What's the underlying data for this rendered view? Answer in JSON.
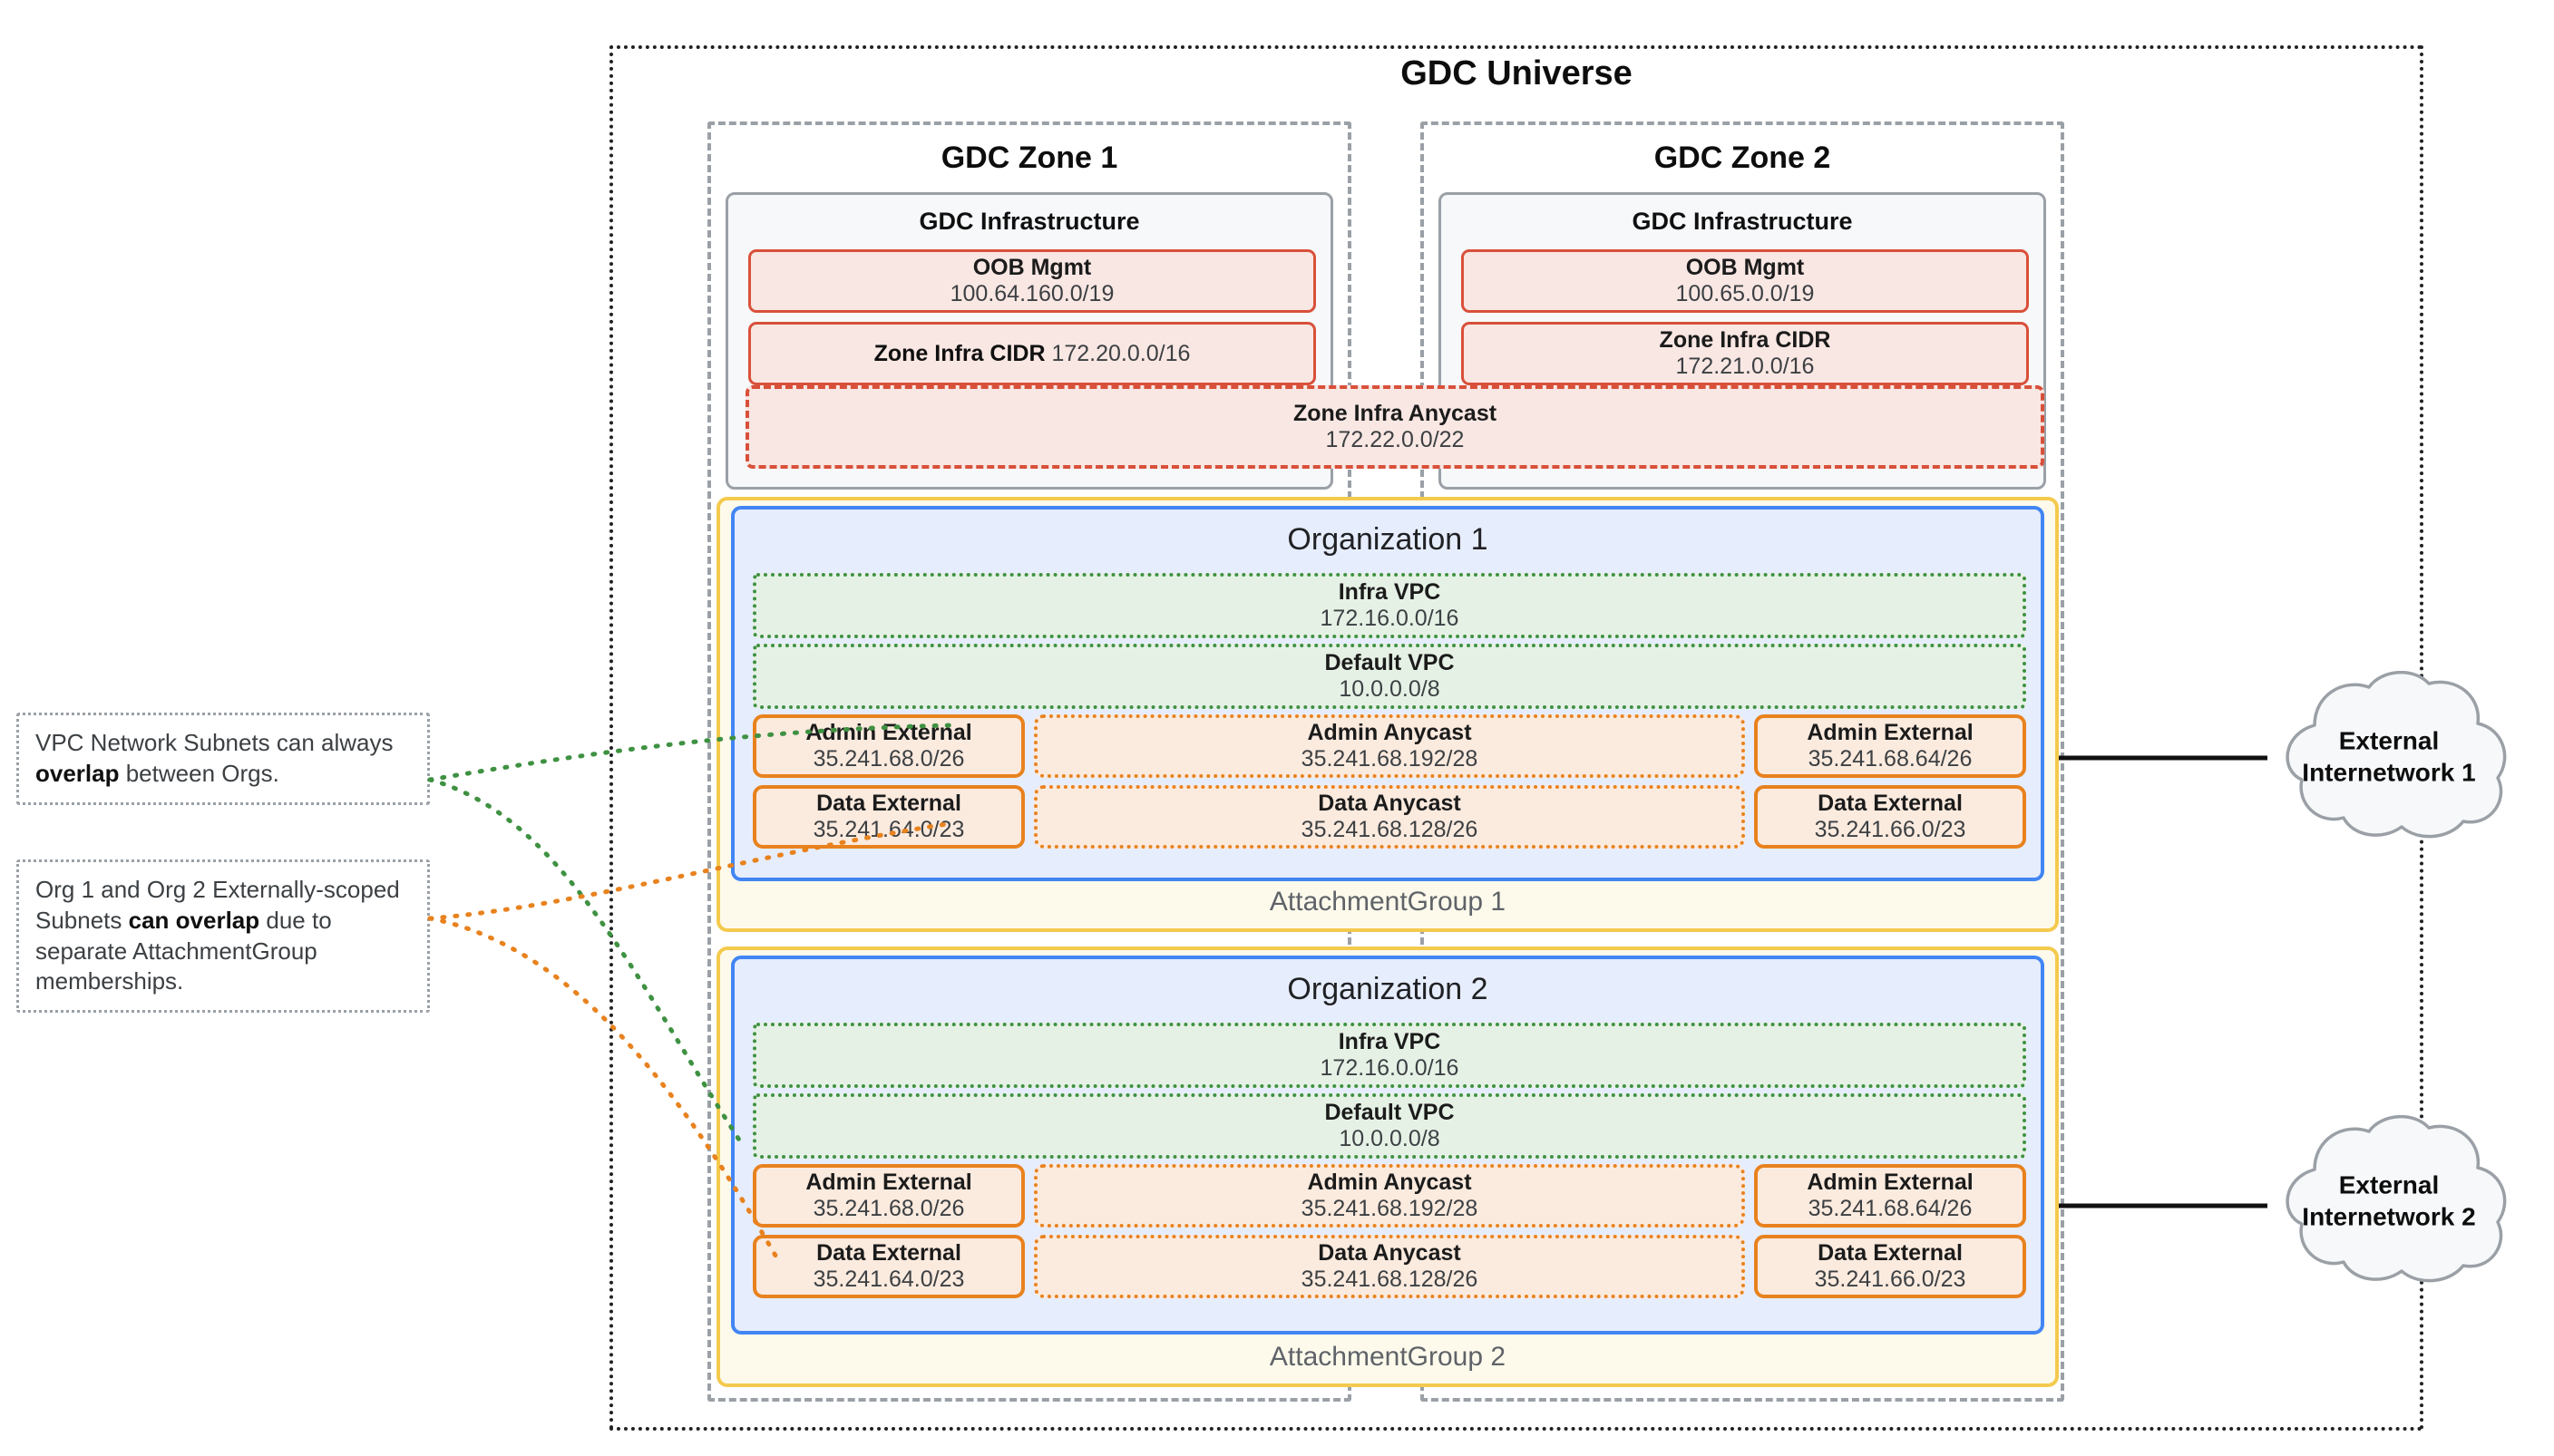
{
  "universe": {
    "title": "GDC Universe"
  },
  "zones": [
    {
      "title": "GDC Zone 1",
      "infra_title": "GDC Infrastructure",
      "oob": {
        "label": "OOB Mgmt",
        "cidr": "100.64.160.0/19"
      },
      "zone_infra_cidr": {
        "label": "Zone Infra CIDR",
        "cidr": "172.20.0.0/16",
        "inline": true
      }
    },
    {
      "title": "GDC Zone 2",
      "infra_title": "GDC Infrastructure",
      "oob": {
        "label": "OOB Mgmt",
        "cidr": "100.65.0.0/19"
      },
      "zone_infra_cidr": {
        "label": "Zone Infra CIDR",
        "cidr": "172.21.0.0/16",
        "inline": false
      }
    }
  ],
  "zone_anycast": {
    "label": "Zone Infra Anycast",
    "cidr": "172.22.0.0/22"
  },
  "orgs": [
    {
      "title": "Organization 1",
      "attachment_group": "AttachmentGroup 1",
      "infra_vpc": {
        "label": "Infra VPC",
        "cidr": "172.16.0.0/16"
      },
      "default_vpc": {
        "label": "Default VPC",
        "cidr": "10.0.0.0/8"
      },
      "admin_external_left": {
        "label": "Admin External",
        "cidr": "35.241.68.0/26"
      },
      "admin_anycast": {
        "label": "Admin Anycast",
        "cidr": "35.241.68.192/28"
      },
      "admin_external_right": {
        "label": "Admin External",
        "cidr": "35.241.68.64/26"
      },
      "data_external_left": {
        "label": "Data External",
        "cidr": "35.241.64.0/23"
      },
      "data_anycast": {
        "label": "Data Anycast",
        "cidr": "35.241.68.128/26"
      },
      "data_external_right": {
        "label": "Data External",
        "cidr": "35.241.66.0/23"
      }
    },
    {
      "title": "Organization 2",
      "attachment_group": "AttachmentGroup 2",
      "infra_vpc": {
        "label": "Infra VPC",
        "cidr": "172.16.0.0/16"
      },
      "default_vpc": {
        "label": "Default VPC",
        "cidr": "10.0.0.0/8"
      },
      "admin_external_left": {
        "label": "Admin External",
        "cidr": "35.241.68.0/26"
      },
      "admin_anycast": {
        "label": "Admin Anycast",
        "cidr": "35.241.68.192/28"
      },
      "admin_external_right": {
        "label": "Admin External",
        "cidr": "35.241.68.64/26"
      },
      "data_external_left": {
        "label": "Data External",
        "cidr": "35.241.64.0/23"
      },
      "data_anycast": {
        "label": "Data Anycast",
        "cidr": "35.241.68.128/26"
      },
      "data_external_right": {
        "label": "Data External",
        "cidr": "35.241.66.0/23"
      }
    }
  ],
  "notes": [
    {
      "pre": "VPC Network Subnets can always ",
      "strong": "overlap",
      "post": " between Orgs."
    },
    {
      "pre": "Org 1 and Org 2 Externally-scoped Subnets ",
      "strong": "can overlap",
      "post": " due to separate AttachmentGroup memberships."
    }
  ],
  "clouds": [
    {
      "line1": "External",
      "line2": "Internetwork 1"
    },
    {
      "line1": "External",
      "line2": "Internetwork 2"
    }
  ],
  "colors": {
    "universe_border": "#202124",
    "zone_border": "#9aa0a6",
    "infra_fill": "#f6f8fa",
    "red_border": "#d9503a",
    "red_fill": "#f9e7e3",
    "yellow_border": "#f4ca4e",
    "yellow_fill": "#fdfaec",
    "blue_border": "#4285f4",
    "blue_fill": "#e6edfd",
    "green_border": "#3f9142",
    "green_fill": "#e6f1e6",
    "orange_border": "#e8821e",
    "orange_fill": "#fbeade"
  }
}
